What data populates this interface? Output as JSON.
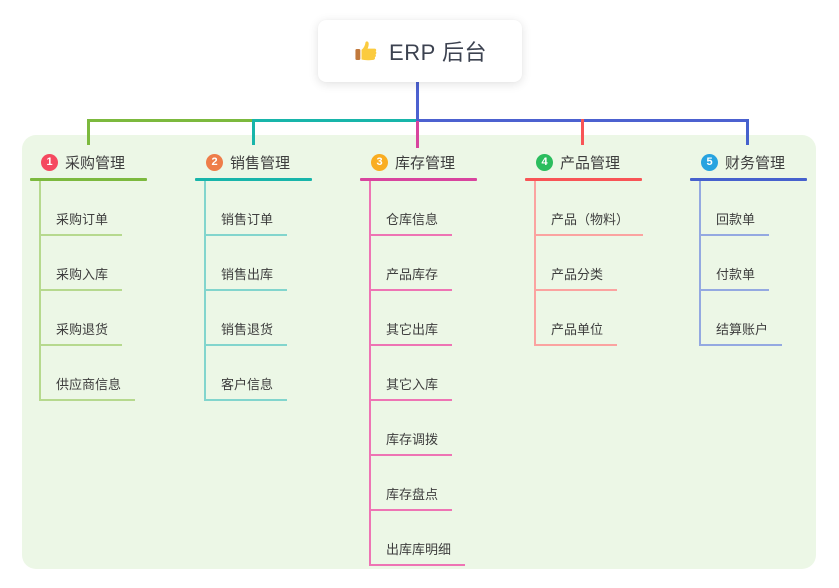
{
  "root": {
    "label": "ERP 后台",
    "icon": "thumbs-up",
    "icon_color": "#f6c52e",
    "connector_color": "#4c61d0"
  },
  "canvas": {
    "panel_color": "#ecf7e6",
    "page_background": "#ffffff"
  },
  "branches": [
    {
      "number": "1",
      "title": "采购管理",
      "badge_color": "#f5495f",
      "line_color": "#7cb93e",
      "item_line_color": "#b6d98e",
      "items": [
        "采购订单",
        "采购入库",
        "采购退货",
        "供应商信息"
      ]
    },
    {
      "number": "2",
      "title": "销售管理",
      "badge_color": "#ee7d49",
      "line_color": "#18b5aa",
      "item_line_color": "#82d5cd",
      "items": [
        "销售订单",
        "销售出库",
        "销售退货",
        "客户信息"
      ]
    },
    {
      "number": "3",
      "title": "库存管理",
      "badge_color": "#f9ad21",
      "line_color": "#d8449e",
      "item_line_color": "#ee74b4",
      "items": [
        "仓库信息",
        "产品库存",
        "其它出库",
        "其它入库",
        "库存调拨",
        "库存盘点",
        "出库库明细"
      ]
    },
    {
      "number": "4",
      "title": "产品管理",
      "badge_color": "#2bbd5e",
      "line_color": "#f85456",
      "item_line_color": "#fba3a0",
      "items": [
        "产品（物料）",
        "产品分类",
        "产品单位"
      ]
    },
    {
      "number": "5",
      "title": "财务管理",
      "badge_color": "#27a3e0",
      "line_color": "#4661cd",
      "item_line_color": "#94a9e1",
      "items": [
        "回款单",
        "付款单",
        "结算账户"
      ]
    }
  ]
}
